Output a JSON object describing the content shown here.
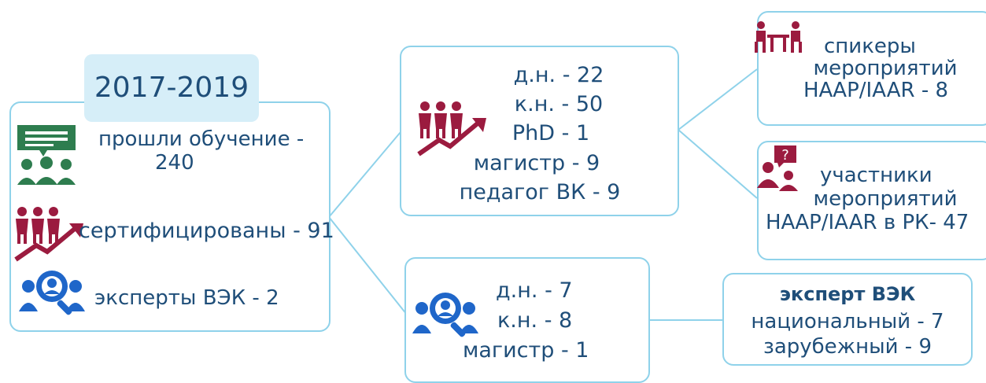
{
  "summary": {
    "year_range": "2017-2019",
    "trained": "прошли обучение -",
    "trained_count": "240",
    "certified": "сертифицированы - 91",
    "experts": "эксперты ВЭК - 2"
  },
  "certified_breakdown": {
    "items": [
      "д.н. - 22",
      "к.н. - 50",
      "PhD - 1",
      "магистр - 9",
      "педагог ВК - 9"
    ]
  },
  "expert_breakdown": {
    "items": [
      "д.н. - 7",
      "к.н. - 8",
      "магистр - 1"
    ]
  },
  "speakers": {
    "lines": [
      "спикеры",
      "мероприятий",
      "НААР/IAAR - 8"
    ]
  },
  "participants": {
    "lines": [
      "участники",
      "мероприятий",
      "НААР/IAAR в РК- 47"
    ]
  },
  "vek_expert": {
    "title": "эксперт ВЭК",
    "lines": [
      "национальный - 7",
      "зарубежный - 9"
    ]
  },
  "colors": {
    "text": "#1f4e79",
    "border": "#8fd2ea",
    "year_bg": "#d6eef8",
    "green_icon": "#2e7d4f",
    "maroon_icon": "#9b1b3f",
    "blue_icon": "#1f66c9"
  },
  "icons": [
    "chat-group-icon",
    "growth-people-icon",
    "search-people-icon",
    "meeting-table-icon",
    "question-person-icon"
  ]
}
